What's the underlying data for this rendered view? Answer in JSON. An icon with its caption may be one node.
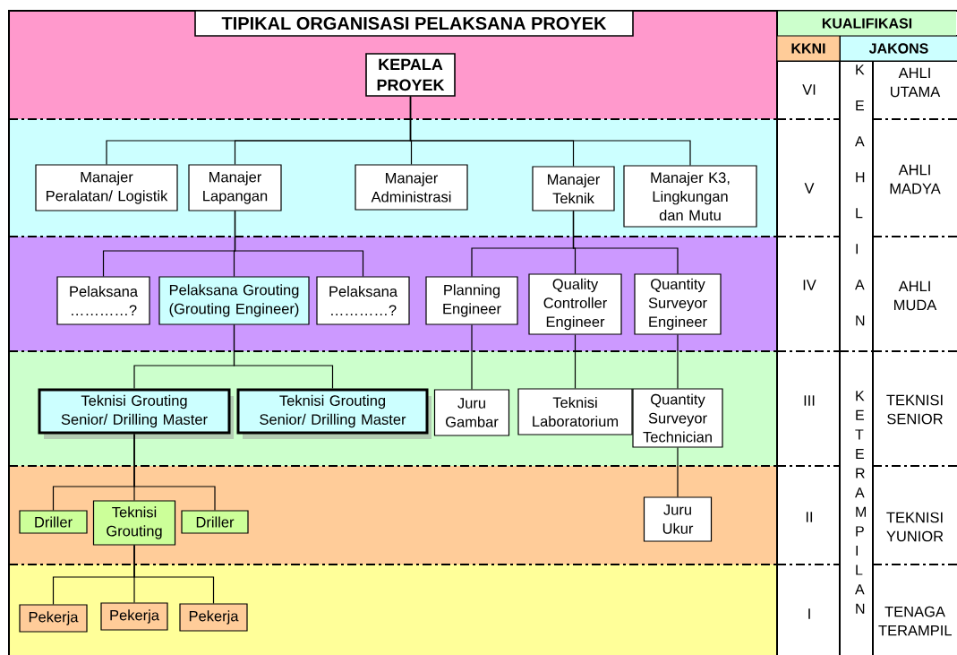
{
  "diagram": {
    "title": "TIPIKAL ORGANISASI PELAKSANA PROYEK",
    "nodes": [
      {
        "text": [
          "KEPALA PROYEK"
        ]
      },
      {
        "text": [
          "Manajer Peralatan/ Logistik"
        ]
      },
      {
        "text": [
          "Manajer Lapangan"
        ]
      },
      {
        "text": [
          "Manajer Administrasi"
        ]
      },
      {
        "text": [
          "Manajer Teknik"
        ]
      },
      {
        "text": [
          "Manajer K3, Lingkungan dan Mutu"
        ]
      },
      {
        "text": [
          "Pelaksana …………?"
        ]
      },
      {
        "text": [
          "Pelaksana Grouting (Grouting Engineer)"
        ]
      },
      {
        "text": [
          "Pelaksana …………?"
        ]
      },
      {
        "text": [
          "Planning Engineer"
        ]
      },
      {
        "text": [
          "Quality Controller Engineer"
        ]
      },
      {
        "text": [
          "Quantity Surveyor Engineer"
        ]
      },
      {
        "text": [
          "Teknisi Grouting Senior/ Drilling Master"
        ]
      },
      {
        "text": [
          "Teknisi Grouting Senior/ Drilling Master"
        ]
      },
      {
        "text": [
          "Juru Gambar"
        ]
      },
      {
        "text": [
          "Teknisi Laboratorium"
        ]
      },
      {
        "text": [
          "Quantity Surveyor Technician"
        ]
      },
      {
        "text": [
          "Driller"
        ]
      },
      {
        "text": [
          "Teknisi Grouting"
        ]
      },
      {
        "text": [
          "Driller"
        ]
      },
      {
        "text": [
          "Juru Ukur"
        ]
      },
      {
        "text": [
          "Pekerja"
        ]
      },
      {
        "text": [
          "Pekerja"
        ]
      },
      {
        "text": [
          "Pekerja"
        ]
      }
    ],
    "edges": [
      {
        "from": 0,
        "to": 1,
        "arrow": "none"
      },
      {
        "from": 0,
        "to": 2,
        "arrow": "none"
      },
      {
        "from": 0,
        "to": 3,
        "arrow": "none"
      },
      {
        "from": 0,
        "to": 4,
        "arrow": "none"
      },
      {
        "from": 0,
        "to": 5,
        "arrow": "none"
      },
      {
        "from": 2,
        "to": 6,
        "arrow": "none"
      },
      {
        "from": 2,
        "to": 7,
        "arrow": "none"
      },
      {
        "from": 2,
        "to": 8,
        "arrow": "none"
      },
      {
        "from": 4,
        "to": 9,
        "arrow": "none"
      },
      {
        "from": 4,
        "to": 10,
        "arrow": "none"
      },
      {
        "from": 4,
        "to": 11,
        "arrow": "none"
      },
      {
        "from": 7,
        "to": 12,
        "arrow": "none"
      },
      {
        "from": 7,
        "to": 13,
        "arrow": "none"
      },
      {
        "from": 9,
        "to": 14,
        "arrow": "none"
      },
      {
        "from": 10,
        "to": 15,
        "arrow": "none"
      },
      {
        "from": 11,
        "to": 16,
        "arrow": "none"
      },
      {
        "from": 12,
        "to": 17,
        "arrow": "none"
      },
      {
        "from": 12,
        "to": 18,
        "arrow": "none"
      },
      {
        "from": 12,
        "to": 19,
        "arrow": "none"
      },
      {
        "from": 16,
        "to": 20,
        "arrow": "none"
      },
      {
        "from": 18,
        "to": 21,
        "arrow": "none"
      },
      {
        "from": 18,
        "to": 22,
        "arrow": "none"
      },
      {
        "from": 18,
        "to": 23,
        "arrow": "none"
      }
    ],
    "labels": [
      "KUALIFIKASI",
      "KKNI",
      "JAKONS",
      "VI",
      "KEAHLIAN",
      "AHLI UTAMA",
      "V",
      "AHLI MADYA",
      "IV",
      "AHLI MUDA",
      "III",
      "KETERAMPILAN",
      "TEKNISI SENIOR",
      "II",
      "TEKNISI YUNIOR",
      "I",
      "TENAGA TERAMPIL"
    ]
  }
}
